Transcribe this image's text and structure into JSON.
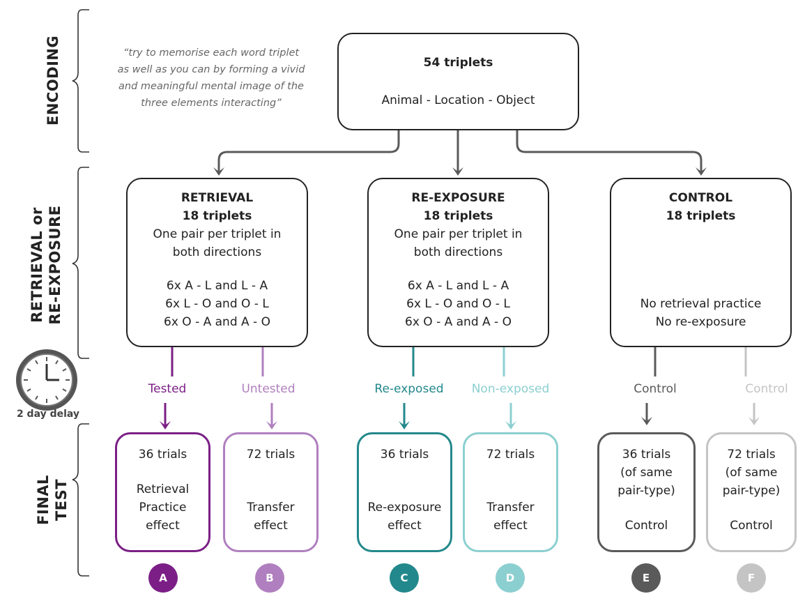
{
  "stages": {
    "encoding": "ENCODING",
    "retrieval_line1": "RETRIEVAL or",
    "retrieval_line2": "RE-EXPOSURE",
    "final_line1": "FINAL",
    "final_line2": "TEST"
  },
  "instruction_quote": {
    "line1": "“try to memorise each word triplet",
    "line2": "as well as you can by forming a vivid",
    "line3": "and meaningful mental image of the",
    "line4": "three elements interacting”"
  },
  "encoding_box": {
    "title": "54 triplets",
    "subtitle": "Animal - Location - Object"
  },
  "retrieval_box": {
    "title": "RETRIEVAL",
    "count": "18 triplets",
    "desc1": "One pair per triplet in",
    "desc2": "both directions",
    "pair1": "6x A - L and L - A",
    "pair2": "6x L - O and O - L",
    "pair3": "6x O - A and A - O"
  },
  "reexposure_box": {
    "title": "RE-EXPOSURE",
    "count": "18 triplets",
    "desc1": "One pair per triplet in",
    "desc2": "both directions",
    "pair1": "6x A - L and L - A",
    "pair2": "6x L - O and O - L",
    "pair3": "6x O - A and A - O"
  },
  "control_box": {
    "title": "CONTROL",
    "count": "18 triplets",
    "note1": "No retrieval practice",
    "note2": "No re-exposure"
  },
  "delay_label": "2 day delay",
  "branches": {
    "tested": "Tested",
    "untested": "Untested",
    "reexposed": "Re-exposed",
    "nonexposed": "Non-exposed",
    "control_e": "Control",
    "control_f": "Control"
  },
  "final_boxes": {
    "a": {
      "trials": "36 trials",
      "effect1": "Retrieval",
      "effect2": "Practice",
      "effect3": "effect",
      "badge": "A"
    },
    "b": {
      "trials": "72 trials",
      "effect1": "Transfer",
      "effect2": "effect",
      "badge": "B"
    },
    "c": {
      "trials": "36 trials",
      "effect1": "Re-exposure",
      "effect2": "effect",
      "badge": "C"
    },
    "d": {
      "trials": "72 trials",
      "effect1": "Transfer",
      "effect2": "effect",
      "badge": "D"
    },
    "e": {
      "trials": "36 trials",
      "sub1": "(of same",
      "sub2": "pair-type)",
      "effect1": "Control",
      "badge": "E"
    },
    "f": {
      "trials": "72 trials",
      "sub1": "(of same",
      "sub2": "pair-type)",
      "effect1": "Control",
      "badge": "F"
    }
  },
  "colors": {
    "a": "#7b1f86",
    "b": "#b07fbf",
    "c": "#23888b",
    "d": "#8ccfd0",
    "e": "#5a5a5a",
    "f": "#c4c4c4"
  }
}
